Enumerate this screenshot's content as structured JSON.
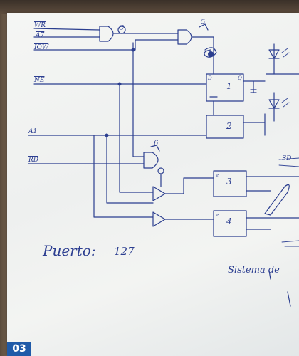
{
  "signals": {
    "wr": "WR",
    "a7": "A7",
    "iow": "IOW",
    "ne": "NE",
    "a1": "A1",
    "rd": "RD"
  },
  "gates": {
    "c": "C",
    "g5": "5",
    "g6": "6"
  },
  "blocks": {
    "ff1": "1",
    "ff2": "2",
    "ff3": "3",
    "ff4": "4",
    "d_label": "D",
    "q_label": "Q",
    "e_label": "e"
  },
  "notes": {
    "puerto_label": "Puerto:",
    "puerto_value": "127",
    "sistema": "Sistema de",
    "sd": "SD"
  },
  "page_label": "03"
}
